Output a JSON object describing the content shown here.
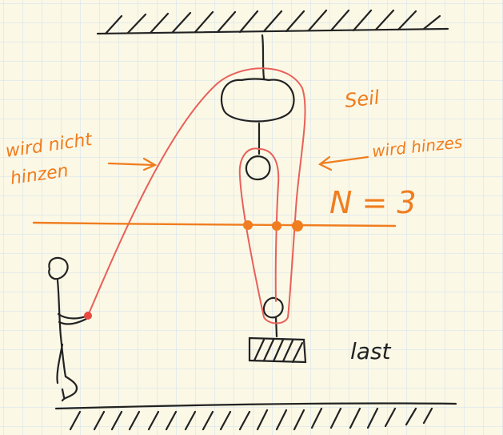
{
  "colors": {
    "paper": "#fbf8e6",
    "grid": "#cfe0ee",
    "ink": "#222222",
    "rope": "#e8605a",
    "annotation": "#f07d1f",
    "cut_dot": "#f07d1f",
    "hand_dot": "#e84a40"
  },
  "labels": {
    "rope": "Seil",
    "not_lifts_line1": "wird nicht",
    "not_lifts_line2": "hinzen",
    "lifts": "wird hinzes",
    "count": "N = 3",
    "load": "last"
  },
  "icons": {
    "ceiling": "hatched-ceiling",
    "floor": "hatched-floor",
    "fixed_pulley": "fixed-pulley",
    "moving_pulley": "moving-pulley",
    "lower_pulley": "lower-pulley",
    "person": "stick-figure",
    "load": "hatched-load-block"
  }
}
